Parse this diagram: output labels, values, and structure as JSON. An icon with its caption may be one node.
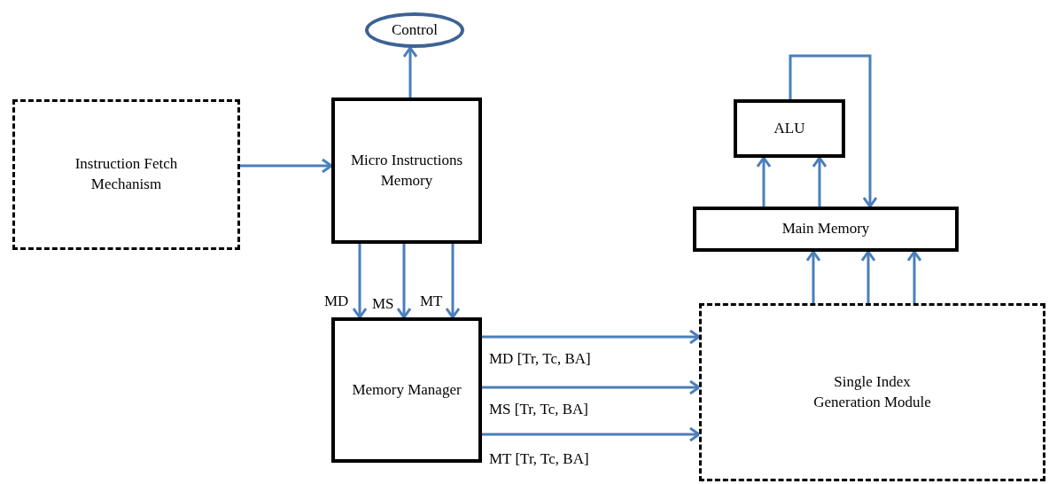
{
  "diagram": {
    "nodes": [
      {
        "text": [
          "Control"
        ]
      },
      {
        "text": [
          "Instruction Fetch Mechanism"
        ]
      },
      {
        "text": [
          "Micro Instructions Memory"
        ]
      },
      {
        "text": [
          "ALU"
        ]
      },
      {
        "text": [
          "Main Memory"
        ]
      },
      {
        "text": [
          "Memory Manager"
        ]
      },
      {
        "text": [
          "Single Index Generation Module"
        ]
      }
    ],
    "edges": [
      {
        "from": 1,
        "to": 2,
        "arrow": "to"
      },
      {
        "from": 2,
        "to": 0,
        "arrow": "to"
      },
      {
        "from": 2,
        "to": 5,
        "arrow": "to",
        "label": "MD"
      },
      {
        "from": 2,
        "to": 5,
        "arrow": "to",
        "label": "MS"
      },
      {
        "from": 2,
        "to": 5,
        "arrow": "to",
        "label": "MT"
      },
      {
        "from": 4,
        "to": 3,
        "arrow": "to"
      },
      {
        "from": 4,
        "to": 3,
        "arrow": "to"
      },
      {
        "from": 3,
        "to": 4,
        "arrow": "to"
      },
      {
        "from": 6,
        "to": 4,
        "arrow": "to"
      },
      {
        "from": 6,
        "to": 4,
        "arrow": "to"
      },
      {
        "from": 6,
        "to": 4,
        "arrow": "to"
      },
      {
        "from": 5,
        "to": 6,
        "arrow": "to",
        "label": "MD [Tr, Tc, BA]"
      },
      {
        "from": 5,
        "to": 6,
        "arrow": "to",
        "label": "MS [Tr, Tc, BA]"
      },
      {
        "from": 5,
        "to": 6,
        "arrow": "to",
        "label": "MT [Tr, Tc, BA]"
      }
    ]
  }
}
